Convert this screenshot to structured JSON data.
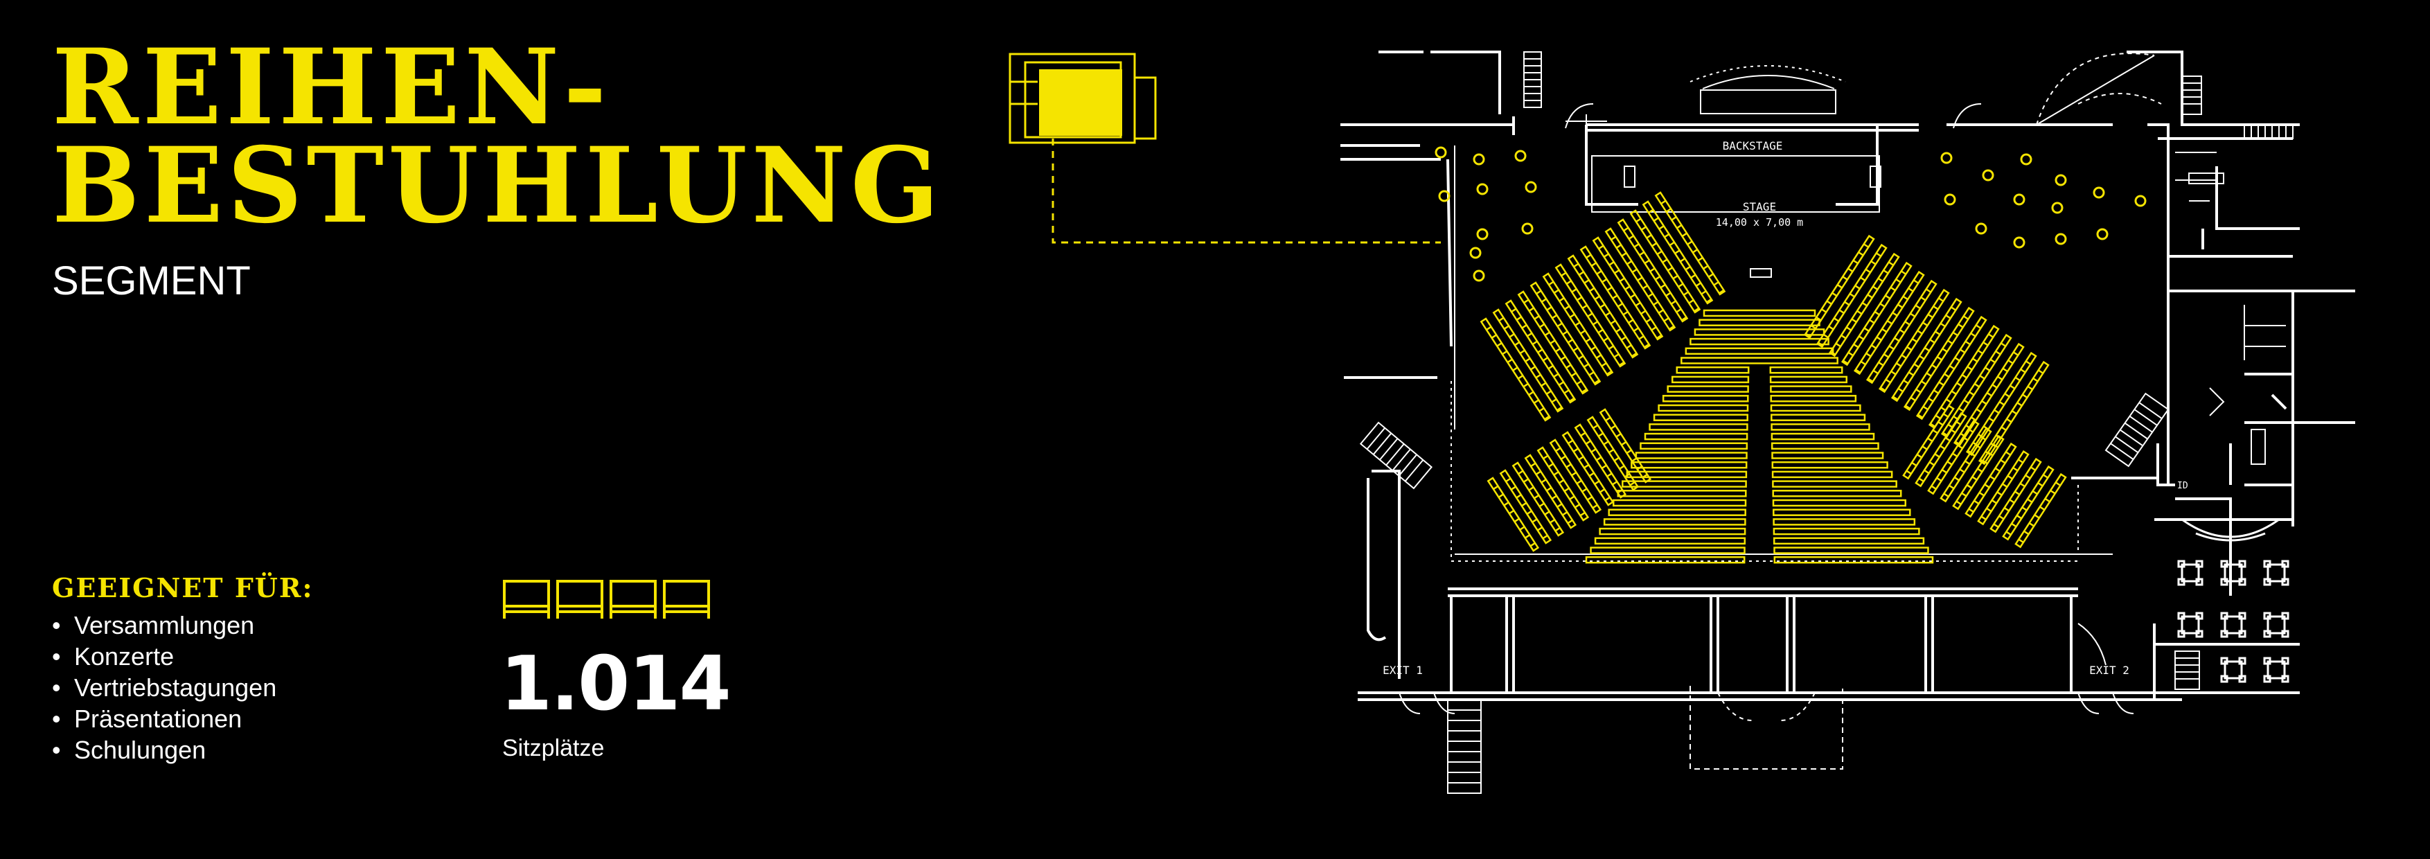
{
  "title": {
    "line1": "REIHEN-",
    "line2": "BESTUHLUNG"
  },
  "subtitle": "SEGMENT",
  "suited": {
    "heading": "GEEIGNET FÜR:",
    "items": [
      "Versammlungen",
      "Konzerte",
      "Vertriebstagungen",
      "Präsentationen",
      "Schulungen"
    ]
  },
  "capacity": {
    "value": "1.014",
    "label": "Sitzplätze"
  },
  "plan": {
    "backstage": "BACKSTAGE",
    "stage": "STAGE",
    "stage_size": "14,00 x 7,00 m",
    "exit1": "EXIT 1",
    "exit2": "EXIT 2",
    "room_code": "ID"
  },
  "colors": {
    "accent": "#f5e400",
    "background": "#000000",
    "lines": "#ffffff"
  },
  "icons": {
    "chairs": "chair-row-icon",
    "locator": "building-locator-icon"
  }
}
